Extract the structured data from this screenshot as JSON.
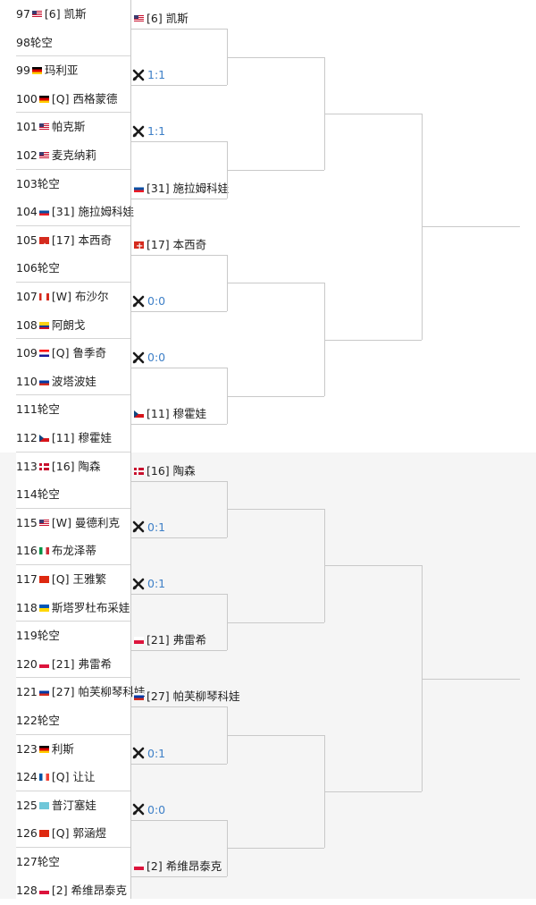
{
  "players": [
    {
      "num": "97",
      "flag": "us",
      "seed": "[6]",
      "name": "凯斯"
    },
    {
      "num": "98",
      "flag": "",
      "seed": "",
      "name": "轮空"
    },
    {
      "num": "99",
      "flag": "de",
      "seed": "",
      "name": "玛利亚"
    },
    {
      "num": "100",
      "flag": "de",
      "seed": "[Q]",
      "name": "西格蒙德"
    },
    {
      "num": "101",
      "flag": "us",
      "seed": "",
      "name": "帕克斯"
    },
    {
      "num": "102",
      "flag": "us",
      "seed": "",
      "name": "麦克纳莉"
    },
    {
      "num": "103",
      "flag": "",
      "seed": "",
      "name": "轮空"
    },
    {
      "num": "104",
      "flag": "sk",
      "seed": "[31]",
      "name": "施拉姆科娃"
    },
    {
      "num": "105",
      "flag": "ch",
      "seed": "[17]",
      "name": "本西奇"
    },
    {
      "num": "106",
      "flag": "",
      "seed": "",
      "name": "轮空"
    },
    {
      "num": "107",
      "flag": "ca",
      "seed": "[W]",
      "name": "布沙尔"
    },
    {
      "num": "108",
      "flag": "co",
      "seed": "",
      "name": "阿朗戈"
    },
    {
      "num": "109",
      "flag": "hr",
      "seed": "[Q]",
      "name": "鲁季奇"
    },
    {
      "num": "110",
      "flag": "ru",
      "seed": "",
      "name": "波塔波娃"
    },
    {
      "num": "111",
      "flag": "",
      "seed": "",
      "name": "轮空"
    },
    {
      "num": "112",
      "flag": "cz",
      "seed": "[11]",
      "name": "穆霍娃"
    },
    {
      "num": "113",
      "flag": "dk",
      "seed": "[16]",
      "name": "陶森"
    },
    {
      "num": "114",
      "flag": "",
      "seed": "",
      "name": "轮空"
    },
    {
      "num": "115",
      "flag": "us",
      "seed": "[W]",
      "name": "曼德利克"
    },
    {
      "num": "116",
      "flag": "it",
      "seed": "",
      "name": "布龙泽蒂"
    },
    {
      "num": "117",
      "flag": "cn",
      "seed": "[Q]",
      "name": "王雅繁"
    },
    {
      "num": "118",
      "flag": "ua",
      "seed": "",
      "name": "斯塔罗杜布采娃"
    },
    {
      "num": "119",
      "flag": "",
      "seed": "",
      "name": "轮空"
    },
    {
      "num": "120",
      "flag": "pl",
      "seed": "[21]",
      "name": "弗雷希"
    },
    {
      "num": "121",
      "flag": "ru",
      "seed": "[27]",
      "name": "帕芙柳琴科娃"
    },
    {
      "num": "122",
      "flag": "",
      "seed": "",
      "name": "轮空"
    },
    {
      "num": "123",
      "flag": "de",
      "seed": "",
      "name": "利斯"
    },
    {
      "num": "124",
      "flag": "fr",
      "seed": "[Q]",
      "name": "让让"
    },
    {
      "num": "125",
      "flag": "kz",
      "seed": "",
      "name": "普汀塞娃"
    },
    {
      "num": "126",
      "flag": "cn",
      "seed": "[Q]",
      "name": "郭涵煜"
    },
    {
      "num": "127",
      "flag": "",
      "seed": "",
      "name": "轮空"
    },
    {
      "num": "128",
      "flag": "pl",
      "seed": "[2]",
      "name": "希维昂泰克"
    }
  ],
  "round2": [
    {
      "type": "player",
      "flag": "us",
      "seed": "[6]",
      "name": "凯斯"
    },
    {
      "type": "score",
      "score": "1:1"
    },
    {
      "type": "score",
      "score": "1:1"
    },
    {
      "type": "player",
      "flag": "sk",
      "seed": "[31]",
      "name": "施拉姆科娃"
    },
    {
      "type": "player",
      "flag": "ch",
      "seed": "[17]",
      "name": "本西奇"
    },
    {
      "type": "score",
      "score": "0:0"
    },
    {
      "type": "score",
      "score": "0:0"
    },
    {
      "type": "player",
      "flag": "cz",
      "seed": "[11]",
      "name": "穆霍娃"
    },
    {
      "type": "player",
      "flag": "dk",
      "seed": "[16]",
      "name": "陶森"
    },
    {
      "type": "score",
      "score": "0:1"
    },
    {
      "type": "score",
      "score": "0:1"
    },
    {
      "type": "player",
      "flag": "pl",
      "seed": "[21]",
      "name": "弗雷希"
    },
    {
      "type": "player",
      "flag": "ru",
      "seed": "[27]",
      "name": "帕芙柳琴科娃"
    },
    {
      "type": "score",
      "score": "0:1"
    },
    {
      "type": "score",
      "score": "0:0"
    },
    {
      "type": "player",
      "flag": "pl",
      "seed": "[2]",
      "name": "希维昂泰克"
    }
  ],
  "colors": {
    "score": "#3d7fc7",
    "line": "#c9c9c9",
    "top_bg": "#ffffff",
    "bottom_bg": "#f5f5f5"
  }
}
